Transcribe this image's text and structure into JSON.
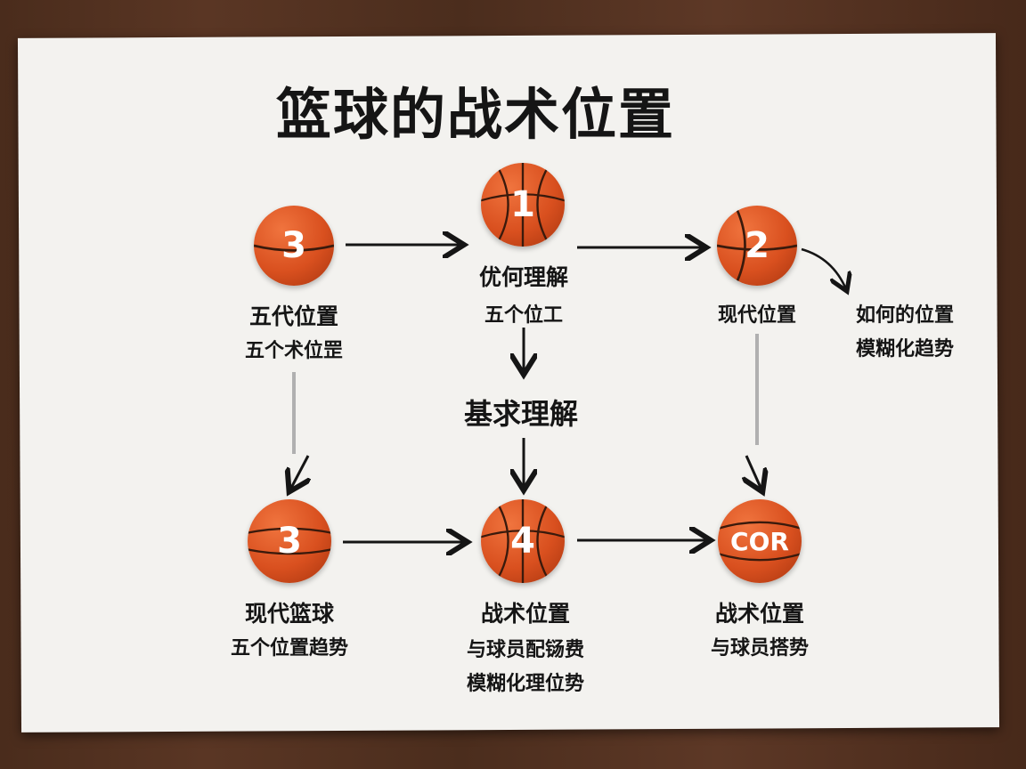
{
  "title": "篮球的战术位置",
  "nodes": [
    {
      "id": "top-left",
      "ball": "3",
      "lines": [
        "五代位置",
        "五个术位罡"
      ]
    },
    {
      "id": "top-middle",
      "ball": "1",
      "lines": [
        "优何理解",
        "五个位工"
      ]
    },
    {
      "id": "top-right",
      "ball": "2",
      "lines": [
        "现代位置"
      ]
    },
    {
      "id": "bottom-left",
      "ball": "3",
      "lines": [
        "现代篮球",
        "五个位置趋势"
      ]
    },
    {
      "id": "bottom-middle",
      "ball": "4",
      "lines": [
        "战术位置",
        "与球员配铴费",
        "模糊化理位势"
      ]
    },
    {
      "id": "bottom-right",
      "ball": "COR",
      "lines": [
        "战术位置",
        "与球员搭势"
      ]
    }
  ],
  "middle_label": "基求理解",
  "side_note": [
    "如何的位置",
    "模糊化趋势"
  ],
  "colors": {
    "ball": "#d9501f",
    "ink": "#151515",
    "connector": "#b0b0b0"
  }
}
